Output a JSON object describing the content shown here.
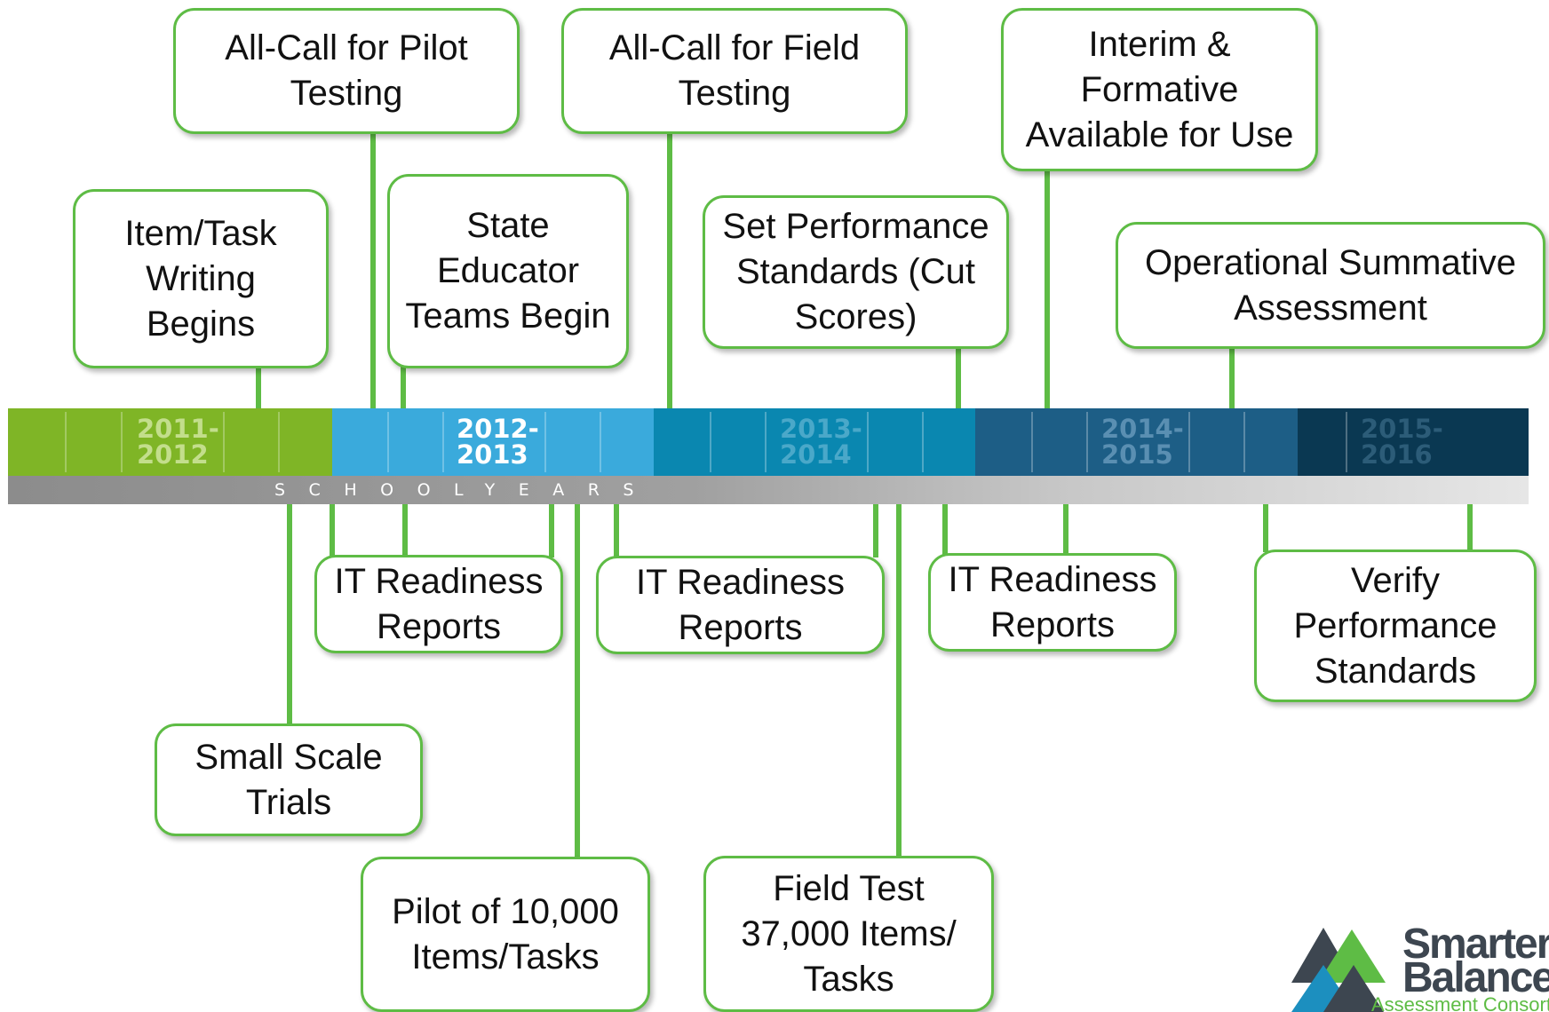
{
  "colors": {
    "connector": "#5ebc45",
    "box_border": "#5ebc45",
    "band_2011_2012": "#7fb526",
    "band_2012_2013": "#3aaadc",
    "band_2013_2014": "#0a87b0",
    "band_2014_2015": "#1d5e86",
    "band_2015_2016": "#0a3852"
  },
  "timeline": {
    "axis_label": "SCHOOLYEARS",
    "school_years": [
      {
        "label": "2011-\n2012",
        "color": "#7fb526",
        "text_color": "#c3de8c"
      },
      {
        "label": "2012-\n2013",
        "color": "#3aaadc",
        "text_color": "#ffffff"
      },
      {
        "label": "2013-\n2014",
        "color": "#0a87b0",
        "text_color": "#4aa8c9"
      },
      {
        "label": "2014-\n2015",
        "color": "#1d5e86",
        "text_color": "#5a8fb2"
      },
      {
        "label": "2015-\n2016",
        "color": "#0a3852",
        "text_color": "#2c5c78"
      }
    ]
  },
  "milestones_above": [
    {
      "id": "item-task-writing",
      "text": "Item/Task\nWriting\nBegins"
    },
    {
      "id": "all-call-pilot",
      "text": "All-Call for Pilot\nTesting"
    },
    {
      "id": "state-educator-teams",
      "text": "State\nEducator\nTeams Begin"
    },
    {
      "id": "all-call-field",
      "text": "All-Call for Field\nTesting"
    },
    {
      "id": "set-performance-standards",
      "text": "Set Performance\nStandards (Cut\nScores)"
    },
    {
      "id": "interim-formative",
      "text": "Interim &\nFormative\nAvailable for Use"
    },
    {
      "id": "operational-summative",
      "text": "Operational Summative\nAssessment"
    }
  ],
  "milestones_below": [
    {
      "id": "small-scale-trials",
      "text": "Small Scale\nTrials"
    },
    {
      "id": "it-readiness-1",
      "text": "IT Readiness\nReports"
    },
    {
      "id": "pilot-10000",
      "text": "Pilot of 10,000\nItems/Tasks"
    },
    {
      "id": "it-readiness-2",
      "text": "IT Readiness\nReports"
    },
    {
      "id": "field-test",
      "text": "Field Test\n37,000 Items/\nTasks"
    },
    {
      "id": "it-readiness-3",
      "text": "IT Readiness\nReports"
    },
    {
      "id": "verify-performance-standards",
      "text": "Verify\nPerformance\nStandards"
    }
  ],
  "logo": {
    "line1": "Smarter",
    "line2": "Balanced",
    "line3": "Assessment Consortium"
  }
}
